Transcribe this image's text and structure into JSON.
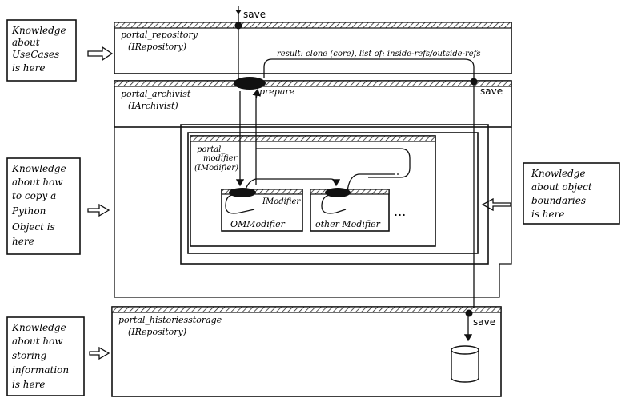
{
  "notes": {
    "usecases": [
      "Knowledge",
      "about",
      "UseCases",
      "is here"
    ],
    "copy": [
      "Knowledge",
      "about how",
      "to copy a",
      "Python",
      "Object is",
      "here"
    ],
    "boundaries": [
      "Knowledge",
      "about object",
      "boundaries",
      "is here"
    ],
    "storing": [
      "Knowledge",
      "about how",
      "storing",
      "information",
      "is here"
    ]
  },
  "layers": {
    "repository": {
      "name": "portal_repository",
      "iface": "(IRepository)"
    },
    "archivist": {
      "name": "portal_archivist",
      "iface": "(IArchivist)"
    },
    "modifier": {
      "name1": "portal_",
      "name2": "modifier",
      "iface": "(IModifier)"
    },
    "storage": {
      "name": "portal_historiesstorage",
      "iface": "(IRepository)"
    }
  },
  "modifiers": {
    "iface": "IModifier",
    "om": "OMModifier",
    "other": "other Modifier",
    "more": "..."
  },
  "labels": {
    "save_top": "save",
    "save_archivist": "save",
    "save_storage": "save",
    "prepare": "prepare",
    "result": "result: clone (core), list of: inside-refs/outside-refs"
  }
}
